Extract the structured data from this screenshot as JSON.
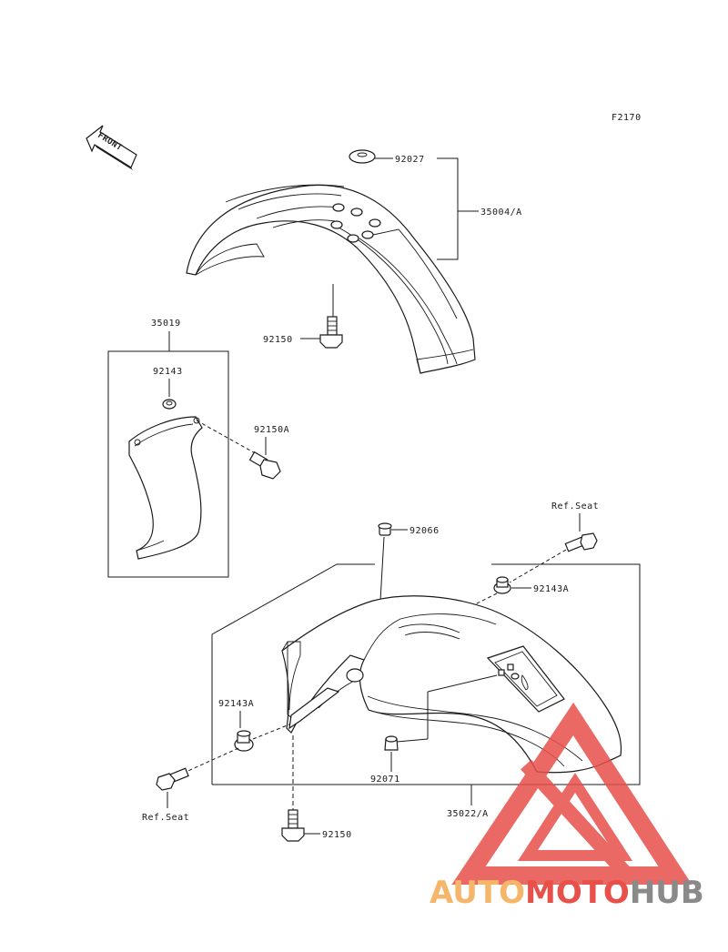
{
  "figure_code": "F2170",
  "front_arrow_label": "FRONT",
  "parts": {
    "front_fender_assembly": "35004/A",
    "front_washer": "92027",
    "front_bolt": "92150",
    "guard_assembly": "35019",
    "guard_collar": "92143",
    "guard_bolt": "92150A",
    "rear_grommet": "92066",
    "ref_seat_top": "Ref.Seat",
    "rear_collar_top": "92143A",
    "rear_collar_left": "92143A",
    "ref_seat_bottom": "Ref.Seat",
    "rear_clip": "92071",
    "rear_bolt_bottom": "92150",
    "rear_fender_assembly": "35022/A"
  },
  "watermark": {
    "text_a": "AUTO",
    "text_b": "MOTO",
    "text_c": "HUB",
    "color_a": "#f5b66a",
    "color_b": "#e8504a",
    "color_c": "#8a8a8a",
    "logo_color": "#e8504a"
  }
}
